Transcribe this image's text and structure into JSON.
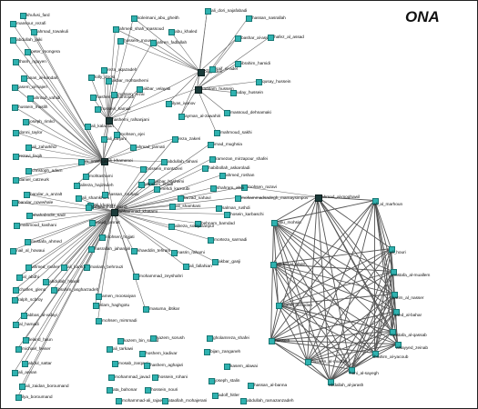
{
  "title": "ONA",
  "nodes": [
    {
      "id": "khufusi_fard",
      "label": "khufusi_fard",
      "hub": false
    },
    {
      "id": "mansour_rezafi",
      "label": "mansour_rezafi",
      "hub": false
    },
    {
      "id": "ahmad_towakuli",
      "label": "ahmad_towakuli",
      "hub": false
    },
    {
      "id": "abdullah_jaiki",
      "label": "abdullah_jaiki",
      "hub": false
    },
    {
      "id": "peter_mongera",
      "label": "peter_mongera",
      "hub": false
    },
    {
      "id": "thanh_nguyen",
      "label": "thanh_nguyen",
      "hub": false
    },
    {
      "id": "anas_al_kandari",
      "label": "anas_al-kandari",
      "hub": false
    },
    {
      "id": "jasem_al_hajeri",
      "label": "jasem_al-hajeri",
      "hub": false
    },
    {
      "id": "ahmad_vahidi",
      "label": "ahmad_vahidi",
      "hub": false
    },
    {
      "id": "hussein_muslih",
      "label": "hussein_muslih",
      "hub": false
    },
    {
      "id": "joseph_rimko",
      "label": "joseph_rimko",
      "hub": false
    },
    {
      "id": "donni_taylor",
      "label": "donni_taylor",
      "hub": false
    },
    {
      "id": "ali_zaharkhiz",
      "label": "ali_zaharkhiz",
      "hub": false
    },
    {
      "id": "rezavi_feqih",
      "label": "rezavi_feqih",
      "hub": false
    },
    {
      "id": "christoph_adam",
      "label": "christoph_adam",
      "hub": false
    },
    {
      "id": "daniel_catzeurk",
      "label": "daniel_catzeurk",
      "hub": false
    },
    {
      "id": "bandar_a_anzalt",
      "label": "bandar_a_anzalt",
      "hub": false
    },
    {
      "id": "bandar_nowwhale",
      "label": "bandar_nowwhale",
      "hub": false
    },
    {
      "id": "shahabodin_sadr",
      "label": "shahabodin_sadr",
      "hub": false
    },
    {
      "id": "mahmoud_kashani",
      "label": "mahmoud_kashani",
      "hub": false
    },
    {
      "id": "mustafa_ahmed",
      "label": "mustafa_ahmed",
      "hub": false
    },
    {
      "id": "nail_al_howaui",
      "label": "nail_al_howaui",
      "hub": false
    },
    {
      "id": "ahmed_maher",
      "label": "ahmed_maher",
      "hub": false
    },
    {
      "id": "al_abdhi",
      "label": "al_abdhi",
      "hub": false
    },
    {
      "id": "charles_glenn",
      "label": "charles_glenn",
      "hub": false
    },
    {
      "id": "ralph_schroy",
      "label": "ralph_schroy",
      "hub": false
    },
    {
      "id": "abbas_al_vafayi",
      "label": "abbas_al-vafayi",
      "hub": false
    },
    {
      "id": "al_hamadi",
      "label": "al_hamadi",
      "hub": false
    },
    {
      "id": "leland_haun",
      "label": "leland_haun",
      "hub": false
    },
    {
      "id": "michael_heiser",
      "label": "michael_heiser",
      "hub": false
    },
    {
      "id": "abdul_sattar",
      "label": "abdul_sattar",
      "hub": false
    },
    {
      "id": "ali_annan",
      "label": "ali_annan",
      "hub": false
    },
    {
      "id": "ali_zaidan_boroumand",
      "label": "ali_zaidan_boroumand",
      "hub": false
    },
    {
      "id": "ilya_boroumand",
      "label": "ilya_boroumand",
      "hub": false
    },
    {
      "id": "soleimani_abu_ghaith",
      "label": "soleimani_abu_gheith",
      "hub": false
    },
    {
      "id": "ahmed_shah_massoud",
      "label": "ahmed_shah_massoud",
      "hub": false
    },
    {
      "id": "hossein_mousavi",
      "label": "hossein_mousavi",
      "hub": false
    },
    {
      "id": "abu_khaled",
      "label": "abu_khaled",
      "hub": false
    },
    {
      "id": "jahren_fadlallah",
      "label": "jahren_fadlallah",
      "hub": false
    },
    {
      "id": "reza_aqazadeh",
      "label": "reza_aqazadeh",
      "hub": false
    },
    {
      "id": "tolly_doost",
      "label": "tolly_doost",
      "hub": false
    },
    {
      "id": "akbar_mohtashemi",
      "label": "akbar_mohtashemi",
      "hub": false
    },
    {
      "id": "hashemi_shahroudi",
      "label": "hashemi_shahroudi",
      "hub": false
    },
    {
      "id": "mohsen_rezai",
      "label": "mohsen_rezai",
      "hub": false
    },
    {
      "id": "akbar_velayati",
      "label": "akbar_velayati",
      "hub": false
    },
    {
      "id": "hossein_kamali",
      "label": "hossein_kamali",
      "hub": false
    },
    {
      "id": "hashemi_rafsanjani",
      "label": "hashemi_rafsanjani",
      "hub": true
    },
    {
      "id": "ali_kalantari",
      "label": "ali_kalantari",
      "hub": false
    },
    {
      "id": "ali_larijani",
      "label": "ali_larijani",
      "hub": false
    },
    {
      "id": "mohsen_ejei",
      "label": "mohsen_ejei",
      "hub": false
    },
    {
      "id": "ahmad_jannati",
      "label": "ahmad_jannati",
      "hub": false
    },
    {
      "id": "ali_khamenei",
      "label": "ali_khamenei",
      "hub": true
    },
    {
      "id": "m_nowfeghi",
      "label": "m_nowfeghi",
      "hub": false
    },
    {
      "id": "mohtashami",
      "label": "mohtashami",
      "hub": false
    },
    {
      "id": "alireza_hajizadeh",
      "label": "alireza_hajizadeh",
      "hub": false
    },
    {
      "id": "ali_shamkhani",
      "label": "ali_shamkhani",
      "hub": false
    },
    {
      "id": "hassan_rouhani",
      "label": "hassan_rouhani",
      "hub": false
    },
    {
      "id": "ali_khatami",
      "label": "ali_khatami",
      "hub": false
    },
    {
      "id": "mohammad_khatami",
      "label": "mohammad_khatami",
      "hub": true
    },
    {
      "id": "majid_jannat",
      "label": "majid_jannat",
      "hub": false
    },
    {
      "id": "mohsen_hojjati",
      "label": "mohsen_hojjati",
      "hub": false
    },
    {
      "id": "mohammad_yazdi",
      "label": "mohammad_yazdi",
      "hub": false
    },
    {
      "id": "nasrallah_jahangiri",
      "label": "nasrallah_jahangiri",
      "hub": false
    },
    {
      "id": "mariam_behrouzi",
      "label": "mariam_behrouzi",
      "hub": false
    },
    {
      "id": "ali_karimi",
      "label": "ali_karimi",
      "hub": false
    },
    {
      "id": "abdullah_hitaraf",
      "label": "abdullah_hitaraf",
      "hub": false
    },
    {
      "id": "ibrahim_asgharzadeh",
      "label": "ibrahim_asgharzadeh",
      "hub": false
    },
    {
      "id": "amen_moosaiyan",
      "label": "amen_moosaiyan",
      "hub": false
    },
    {
      "id": "islam_haghgotu",
      "label": "islam_haghgotu",
      "hub": false
    },
    {
      "id": "mohsen_mirsmadi",
      "label": "mohsen_mirsmadi",
      "hub": false
    },
    {
      "id": "masuma_ibtikar",
      "label": "masuma_ibtikar",
      "hub": false
    },
    {
      "id": "mohammad_zeyshahri",
      "label": "mohammad_zeyshahri",
      "hub": false
    },
    {
      "id": "saddam_hussein",
      "label": "saddam_hussein",
      "hub": true
    },
    {
      "id": "bin_laden",
      "label": "bin_laden",
      "hub": true
    },
    {
      "id": "ali_dori_najafabadi",
      "label": "ali_dori_najafabadi",
      "hub": false
    },
    {
      "id": "hassan_nasrallah",
      "label": "hassan_nasrallah",
      "hub": false
    },
    {
      "id": "bashar_al_assad",
      "label": "bashar_al-assad",
      "hub": false
    },
    {
      "id": "hafez_al_assad",
      "label": "hafez_al_assad",
      "hub": false
    },
    {
      "id": "saif_al_adel",
      "label": "saif_al-adel",
      "hub": false
    },
    {
      "id": "ibrahim_hamidi",
      "label": "ibrahim_hamidi",
      "hub": false
    },
    {
      "id": "qusay_hussein",
      "label": "qusay_hussein",
      "hub": false
    },
    {
      "id": "uday_hussein",
      "label": "uday_hussein",
      "hub": false
    },
    {
      "id": "massoud_dehnamaki",
      "label": "massoud_dehnamaki",
      "hub": false
    },
    {
      "id": "ayman_al_zawahiri",
      "label": "ayman_al-zawahiri",
      "hub": false
    },
    {
      "id": "ilyas_ivanov",
      "label": "ilyas_ivanov",
      "hub": false
    },
    {
      "id": "mahmoud_sakhi",
      "label": "mahmoud_sakhi",
      "hub": false
    },
    {
      "id": "reza_zakeri",
      "label": "reza_zakeri",
      "hub": false
    },
    {
      "id": "imad_mughnia",
      "label": "imad_mughnia",
      "hub": false
    },
    {
      "id": "abdullah_tahani",
      "label": "abdullah_tahani",
      "hub": false
    },
    {
      "id": "ramezan_mirzapour",
      "label": "ramezan_mirzapour_shafei",
      "hub": false
    },
    {
      "id": "habibollah_askaroladi",
      "label": "habibollah_askaroladi",
      "hub": false
    },
    {
      "id": "hossein_montazeri",
      "label": "hossein_montazeri",
      "hub": false
    },
    {
      "id": "akbar_hashemi",
      "label": "akbar_hashemi",
      "hub": false
    },
    {
      "id": "ahmed_roshan",
      "label": "ahmed_roshan",
      "hub": false
    },
    {
      "id": "mehdi_karroubi",
      "label": "mehdi_karroubi",
      "hub": false
    },
    {
      "id": "mohsen_razavi",
      "label": "mohsen_razavi",
      "hub": false
    },
    {
      "id": "ebrahim_ebadi",
      "label": "ebrahim_ebadi",
      "hub": false
    },
    {
      "id": "shahram_abdi",
      "label": "shahram_abdi",
      "hub": false
    },
    {
      "id": "farzad_nahavi",
      "label": "farzad_nahavi",
      "hub": false
    },
    {
      "id": "mohammadsadegh",
      "label": "mohammadsadegh_mamaysimpov",
      "hub": false
    },
    {
      "id": "ali_shamkani2",
      "label": "ali_shamkani",
      "hub": false
    },
    {
      "id": "salman_rushdi",
      "label": "salman_rushdi",
      "hub": false
    },
    {
      "id": "hosein_karbaschi",
      "label": "hosein_karbaschi",
      "hub": false
    },
    {
      "id": "behnam_bamdad",
      "label": "behnam_bamdad",
      "hub": false
    },
    {
      "id": "alireza_soleymanpur",
      "label": "alireza_soleymanpur",
      "hub": false
    },
    {
      "id": "morteza_sarmadi",
      "label": "morteza_sarmadi",
      "hub": false
    },
    {
      "id": "khaeddin_tehrani",
      "label": "khaeddin_tehrani",
      "hub": false
    },
    {
      "id": "nasrin_rahami",
      "label": "nasrin_rahami",
      "hub": false
    },
    {
      "id": "akbar_ganji",
      "label": "akbar_ganji",
      "hub": false
    },
    {
      "id": "ali_fallahian",
      "label": "ali_fallahian",
      "hub": false
    },
    {
      "id": "kazem_bin_soued",
      "label": "kazem_bin_soued",
      "hub": false
    },
    {
      "id": "kazem_sorush",
      "label": "kazem_sorush",
      "hub": false
    },
    {
      "id": "ali_tarkawi",
      "label": "ali_tarkawi",
      "hub": false
    },
    {
      "id": "hoshem_kadivar",
      "label": "hoshem_kadivar",
      "hub": false
    },
    {
      "id": "mosab_zarqawi",
      "label": "mosab_zarqawi",
      "hub": false
    },
    {
      "id": "hashem_aghajari",
      "label": "hashem_aghajari",
      "hub": false
    },
    {
      "id": "mohammad_javad",
      "label": "mohammad_javad",
      "hub": false
    },
    {
      "id": "hossein_rohani",
      "label": "hossein_rohani",
      "hub": false
    },
    {
      "id": "ata_bahonar",
      "label": "ata_bahonar",
      "hub": false
    },
    {
      "id": "hossein_nouri",
      "label": "hossein_nouri",
      "hub": false
    },
    {
      "id": "mohammad_ali_rajaei",
      "label": "mohammad-ali_rajaei",
      "hub": false
    },
    {
      "id": "ataollah_mohajerani",
      "label": "ataollah_mohajerani",
      "hub": false
    },
    {
      "id": "gholamreza_shafei",
      "label": "gholamreza_shafei",
      "hub": false
    },
    {
      "id": "bijan_zanganeh",
      "label": "bijan_zanganeh",
      "hub": false
    },
    {
      "id": "kasem_alawai",
      "label": "kasem_alawai",
      "hub": false
    },
    {
      "id": "joseph_stalin",
      "label": "joseph_stalin",
      "hub": false
    },
    {
      "id": "adolf_hitler",
      "label": "adolf_hitler",
      "hub": false
    },
    {
      "id": "hassan_al_banna",
      "label": "hassan_al-banna",
      "hub": false
    },
    {
      "id": "abdullah_ramazanzadeh",
      "label": "abdullah_ramazanzadeh",
      "hub": false
    },
    {
      "id": "ahmad_al_moqhawil",
      "label": "ahmad_al-moghawil",
      "hub": true
    },
    {
      "id": "ali_al_marhoun",
      "label": "ali_al_marhoun",
      "hub": false
    },
    {
      "id": "abu_mohsin",
      "label": "abu_mohsin",
      "hub": false
    },
    {
      "id": "ali_houri",
      "label": "ali_houri",
      "hub": false
    },
    {
      "id": "abdel_al_alwie",
      "label": "abdel_al_alwie",
      "hub": false
    },
    {
      "id": "mustafa_al_muallem",
      "label": "mustafa_al-muallem",
      "hub": false
    },
    {
      "id": "karim_al_nasser",
      "label": "karim_al_nasser",
      "hub": false
    },
    {
      "id": "saed_al_bahar",
      "label": "saed_al-bahar",
      "hub": false
    },
    {
      "id": "jaafar_ramadan",
      "label": "jaafar_ramadan",
      "hub": false
    },
    {
      "id": "mustafa_al_qassab",
      "label": "mustafa_al-qassab",
      "hub": false
    },
    {
      "id": "alsayyed_zeinab",
      "label": "alsayyed_zeinab",
      "hub": false
    },
    {
      "id": "hossein",
      "label": "hossein",
      "hub": false
    },
    {
      "id": "ibrahim_al_yacoub",
      "label": "ibrahim_al-yacoub",
      "hub": false
    },
    {
      "id": "hussein_al_mughis",
      "label": "hussein_al-mughis",
      "hub": false
    },
    {
      "id": "hani_al_sayegh",
      "label": "hani_al-sayegh",
      "hub": false
    },
    {
      "id": "abdallah_al_jarash",
      "label": "abdallah_al-jarash",
      "hub": false
    }
  ]
}
